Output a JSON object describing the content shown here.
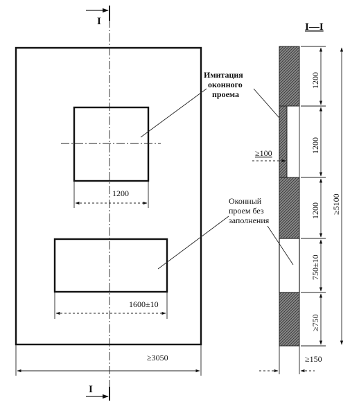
{
  "section": {
    "mark": "I",
    "header": "I—I"
  },
  "notes": {
    "imitation_lines": [
      "Имитация",
      "оконного",
      "проема"
    ],
    "opening_lines": [
      "Оконный",
      "проем без",
      "заполнения"
    ]
  },
  "dimensions": {
    "upper_width": "1200",
    "lower_width": "1600±10",
    "wall_width": "≥3050",
    "depth": "≥100",
    "thickness": "≥150",
    "h_segment_1": "1200",
    "h_segment_2": "1200",
    "h_segment_3": "1200",
    "h_segment_4": "750±10",
    "h_segment_5": "≥750",
    "h_total": "≥5100"
  },
  "colors": {
    "line": "#111111",
    "hatch_fill": "#777777"
  }
}
